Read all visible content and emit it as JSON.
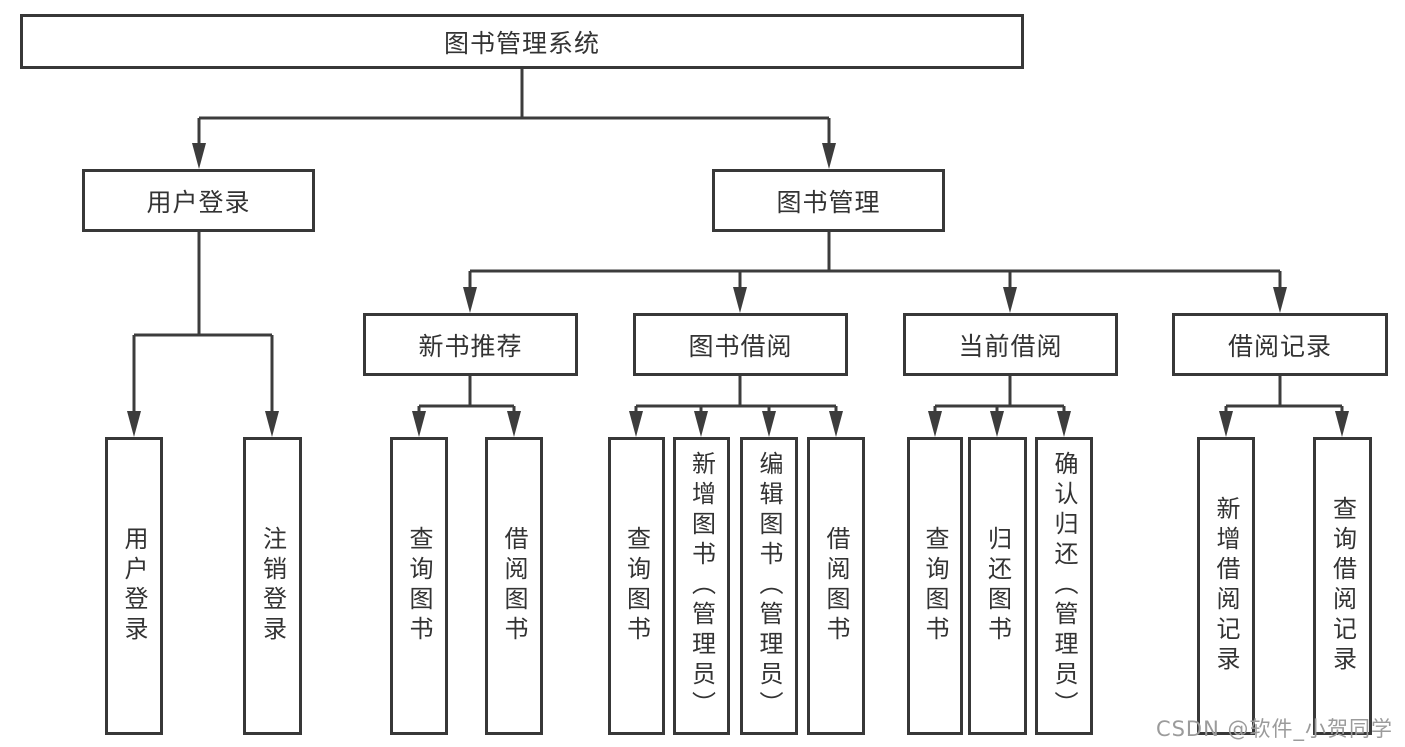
{
  "diagram": {
    "root": {
      "label": "图书管理系统"
    },
    "level1": [
      {
        "label": "用户登录"
      },
      {
        "label": "图书管理"
      }
    ],
    "level2": [
      {
        "label": "新书推荐"
      },
      {
        "label": "图书借阅"
      },
      {
        "label": "当前借阅"
      },
      {
        "label": "借阅记录"
      }
    ],
    "leaves": [
      {
        "label": "用户登录"
      },
      {
        "label": "注销登录"
      },
      {
        "label": "查询图书"
      },
      {
        "label": "借阅图书"
      },
      {
        "label": "查询图书"
      },
      {
        "label": "新增图书（管理员）"
      },
      {
        "label": "编辑图书（管理员）"
      },
      {
        "label": "借阅图书"
      },
      {
        "label": "查询图书"
      },
      {
        "label": "归还图书"
      },
      {
        "label": "确认归还（管理员）"
      },
      {
        "label": "新增借阅记录"
      },
      {
        "label": "查询借阅记录"
      }
    ]
  },
  "watermark": {
    "text": "CSDN @软件_小贺同学"
  },
  "colors": {
    "line": "#3c3c3c",
    "border": "#383838",
    "text": "#333333",
    "watermark": "#9b9b9b",
    "background": "#ffffff"
  }
}
